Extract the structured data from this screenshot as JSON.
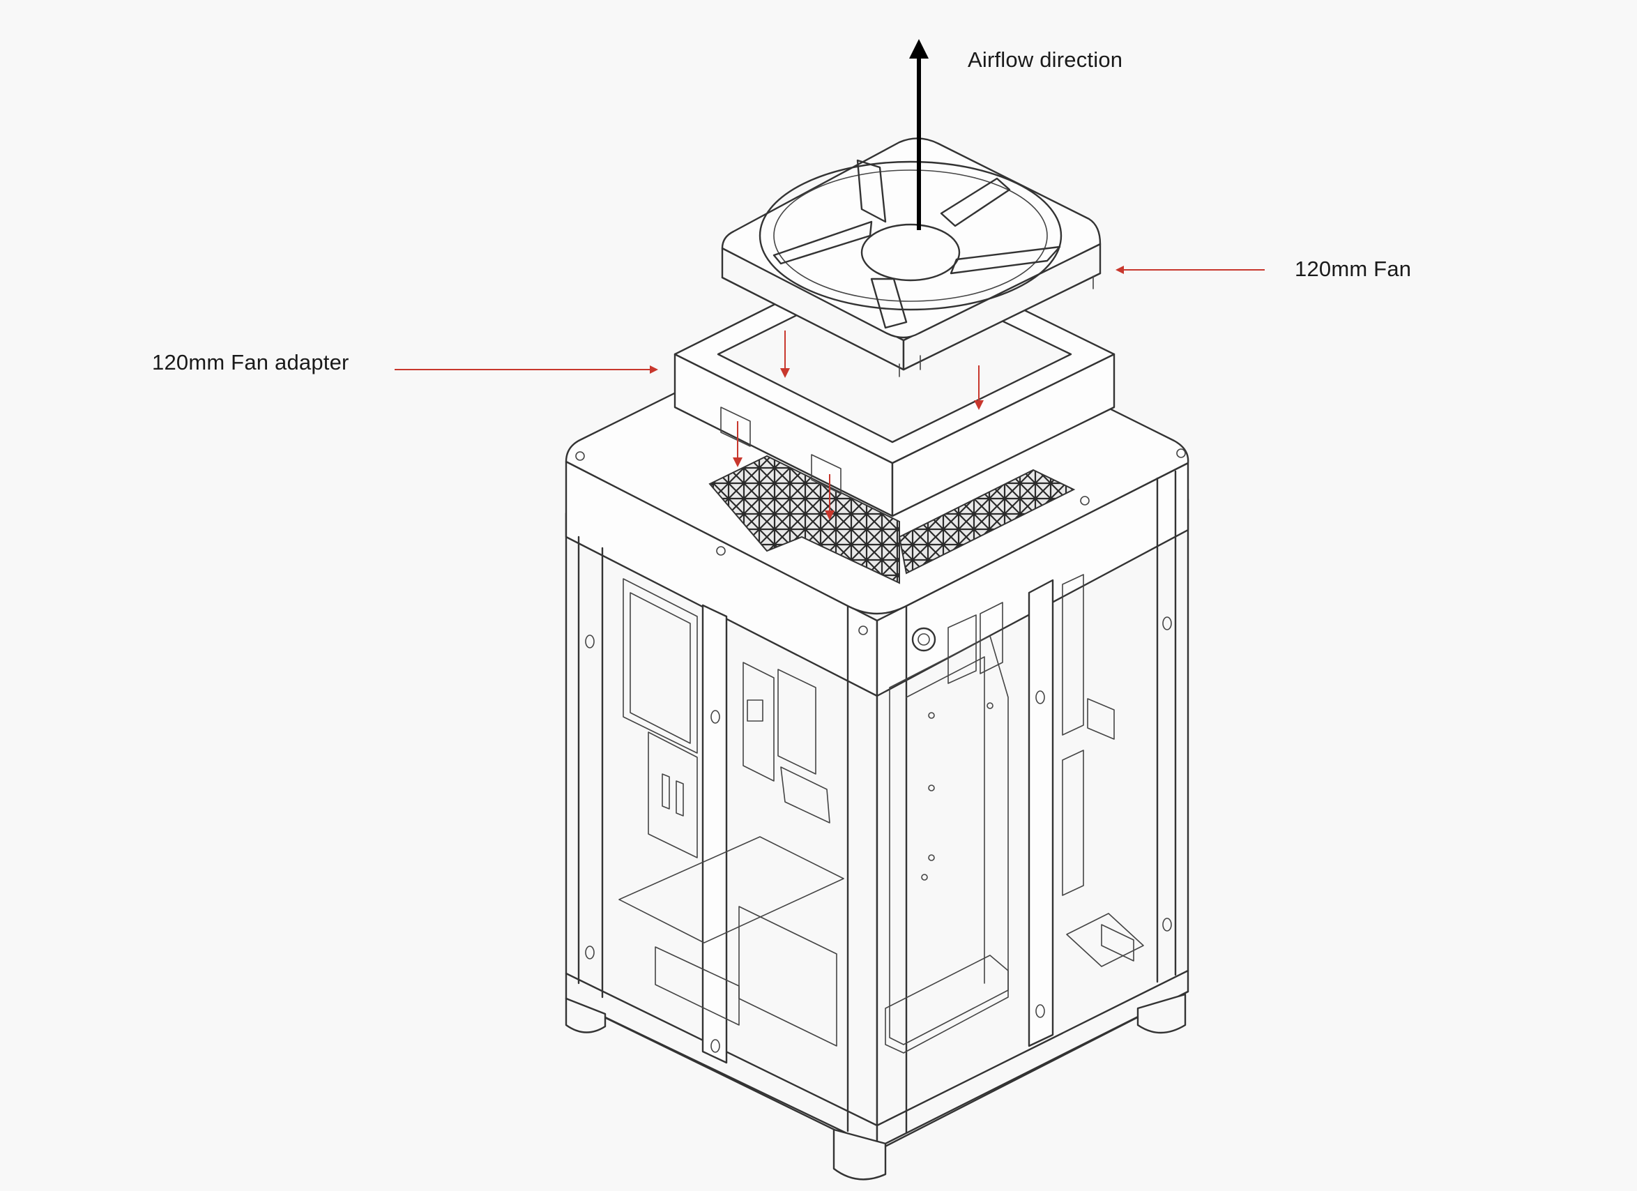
{
  "colors": {
    "background": "#f8f8f8",
    "line": "#333333",
    "accent_red": "#c8372d",
    "text": "#1a1a1a"
  },
  "labels": {
    "airflow": "Airflow direction",
    "fan": "120mm Fan",
    "adapter": "120mm Fan adapter"
  }
}
